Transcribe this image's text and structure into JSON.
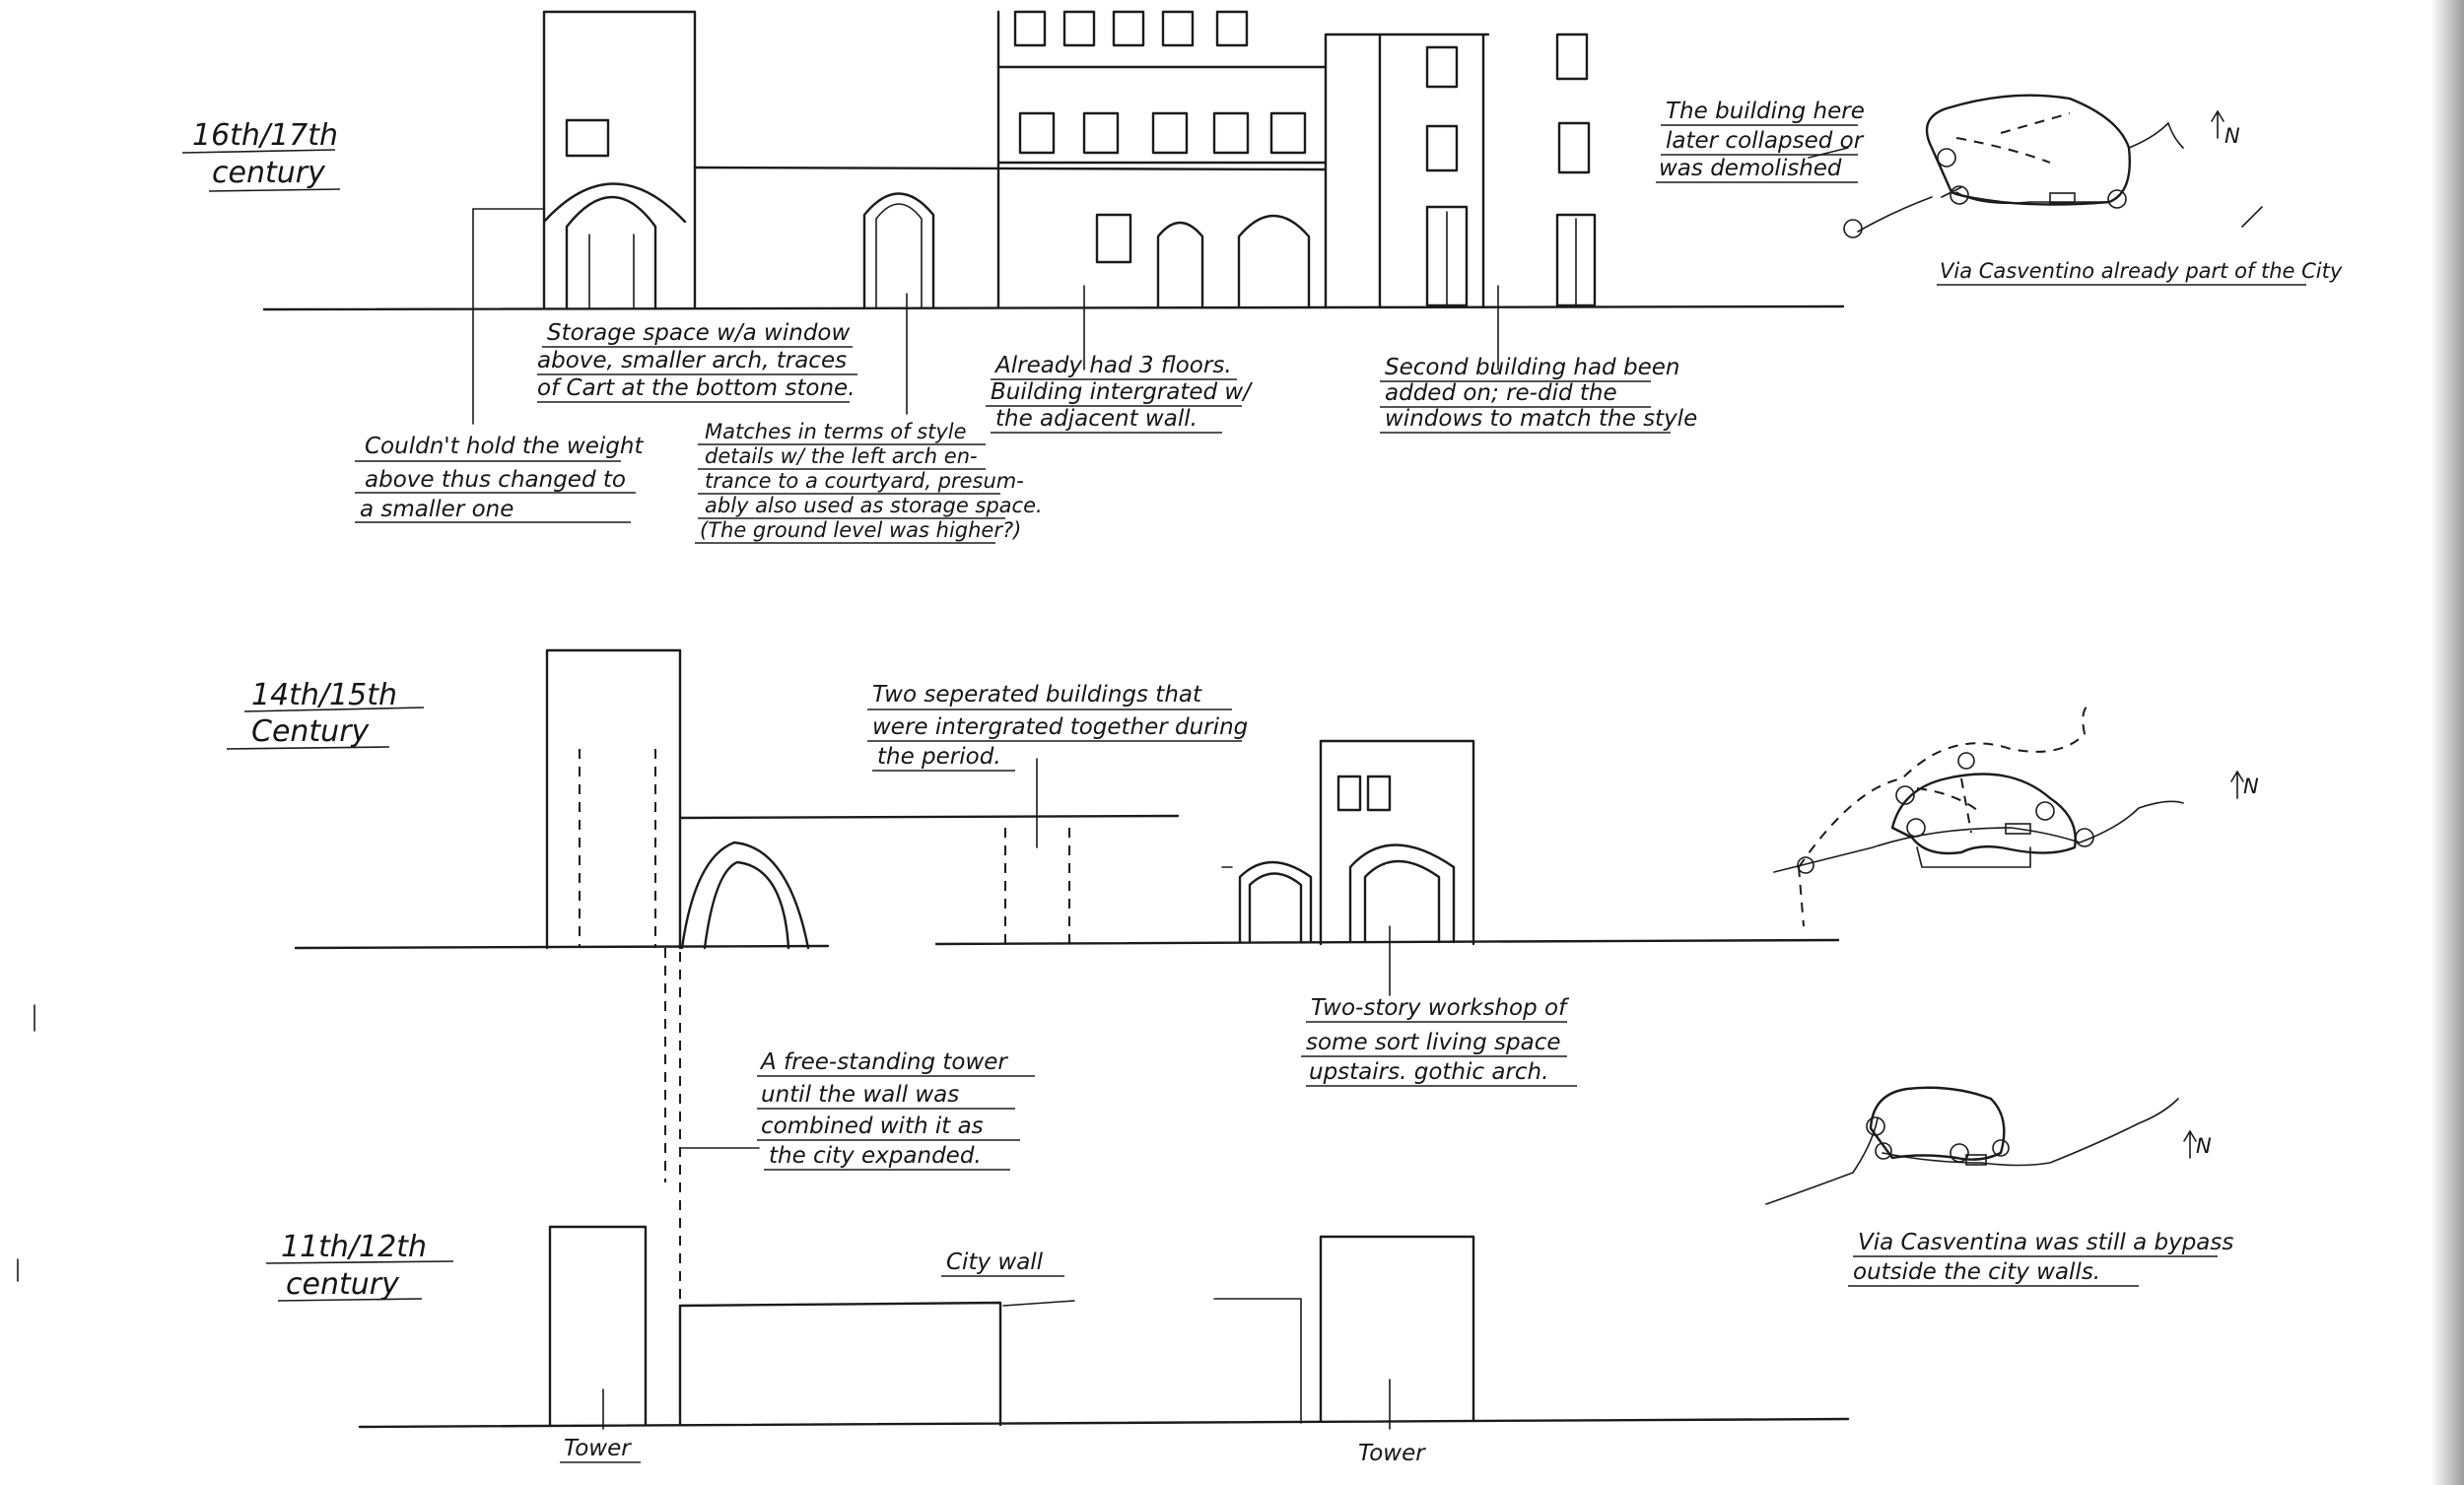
{
  "periods": {
    "p1": [
      "16th/17th",
      "century"
    ],
    "p2": [
      "14th/15th",
      "Century"
    ],
    "p3": [
      "11th/12th",
      "century"
    ]
  },
  "notes_1617": {
    "storage": [
      "Storage space w/a window",
      "above, smaller arch, traces",
      "of Cart at the bottom stone."
    ],
    "weight": [
      "Couldn't hold the weight",
      "above thus changed to",
      "a smaller one"
    ],
    "matches": [
      "Matches in terms of style",
      "details w/ the left arch en-",
      "trance to a courtyard, presum-",
      "ably also used as storage space.",
      "(The ground level was higher?)"
    ],
    "floors": [
      "Already had 3 floors.",
      "Building intergrated w/",
      "the adjacent wall."
    ],
    "second": [
      "Second building had been",
      "added on; re-did the",
      "windows to match the style"
    ],
    "collapsed": [
      "The building here",
      "later collapsed or",
      "was demolished"
    ],
    "map_caption": "Via Casventino already part of the City",
    "north": "N"
  },
  "notes_1415": {
    "two_buildings": [
      "Two seperated buildings that",
      "were intergrated together during",
      "the period."
    ],
    "workshop": [
      "Two-story workshop of",
      "some sort living space",
      "upstairs. gothic arch."
    ],
    "tower": [
      "A free-standing tower",
      "until the wall was",
      "combined with it as",
      "the city expanded."
    ],
    "north": "N"
  },
  "notes_1112": {
    "city_wall": "City wall",
    "tower_left": "Tower",
    "tower_right": "Tower",
    "map_caption": [
      "Via Casventina was still a bypass",
      "outside the city walls."
    ],
    "north": "N"
  }
}
